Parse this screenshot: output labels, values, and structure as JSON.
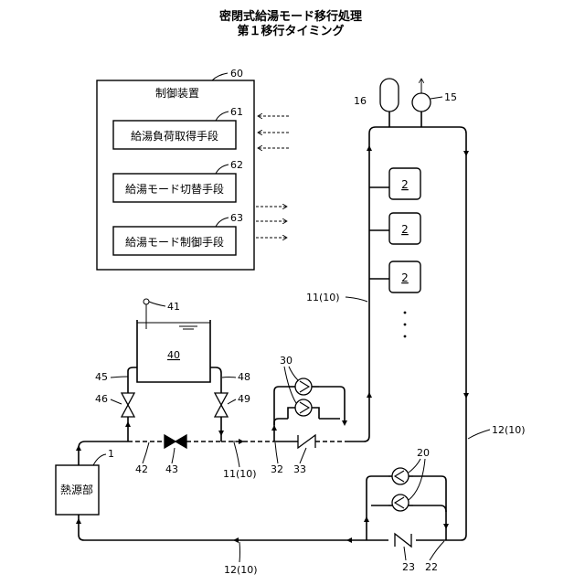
{
  "title": {
    "line1": "密閉式給湯モード移行処理",
    "line2": "第１移行タイミング"
  },
  "controller": {
    "label": "制御装置",
    "ref": "60",
    "units": [
      {
        "text": "給湯負荷取得手段",
        "ref": "61",
        "signal": "in"
      },
      {
        "text": "給湯モード切替手段",
        "ref": "62",
        "signal": "out"
      },
      {
        "text": "給湯モード制御手段",
        "ref": "63",
        "signal": "out"
      }
    ]
  },
  "heat_source": {
    "label": "熱源部",
    "ref": "1"
  },
  "tank": {
    "ref": "40",
    "sensor_ref": "41"
  },
  "loads": [
    {
      "label": "2"
    },
    {
      "label": "2"
    },
    {
      "label": "2"
    }
  ],
  "labels": {
    "expansion_tank": "16",
    "air_vent": "15",
    "supply_pipe_right": "11(10)",
    "supply_pipe_bottom": "11(10)",
    "return_pipe_right": "12(10)",
    "return_pipe_bottom": "12(10)",
    "pipe_45": "45",
    "valve_46": "46",
    "pipe_48": "48",
    "valve_49": "49",
    "bypass_42": "42",
    "valve_43": "43",
    "pump_30": "30",
    "pipe_32": "32",
    "check_valve_33": "33",
    "pump_20": "20",
    "check_valve_23": "23",
    "pipe_22": "22",
    "dots": "・\n・\n・"
  }
}
